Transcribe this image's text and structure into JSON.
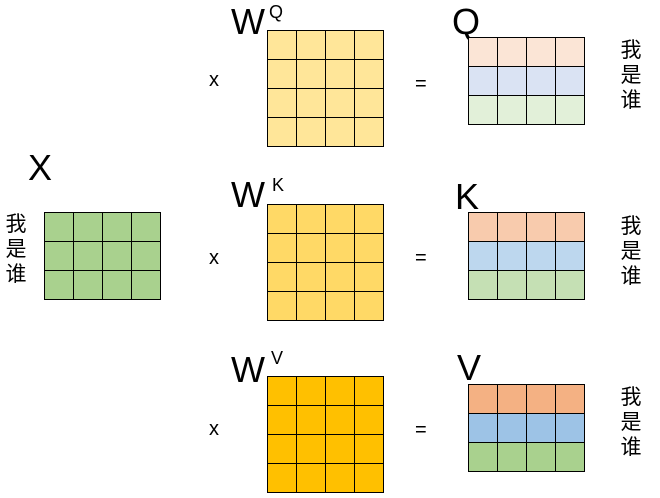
{
  "x_label": "X",
  "x_rows_label": [
    "我",
    "是",
    "谁"
  ],
  "x_color": "#a9d18e",
  "weights": [
    {
      "letter": "W",
      "sup": "Q",
      "color": "#ffe699"
    },
    {
      "letter": "W",
      "sup": "K",
      "color": "#ffd966"
    },
    {
      "letter": "W",
      "sup": "V",
      "color": "#ffc000"
    }
  ],
  "times_symbol": "x",
  "equals_symbol": "=",
  "outputs": [
    {
      "label": "Q",
      "rows": [
        "我",
        "是",
        "谁"
      ],
      "row_colors": [
        "#fbe5d6",
        "#dae3f3",
        "#e2f0d9"
      ]
    },
    {
      "label": "K",
      "rows": [
        "我",
        "是",
        "谁"
      ],
      "row_colors": [
        "#f8cbad",
        "#bdd7ee",
        "#c5e0b4"
      ]
    },
    {
      "label": "V",
      "rows": [
        "我",
        "是",
        "谁"
      ],
      "row_colors": [
        "#f4b183",
        "#9dc3e6",
        "#a9d18e"
      ]
    }
  ]
}
